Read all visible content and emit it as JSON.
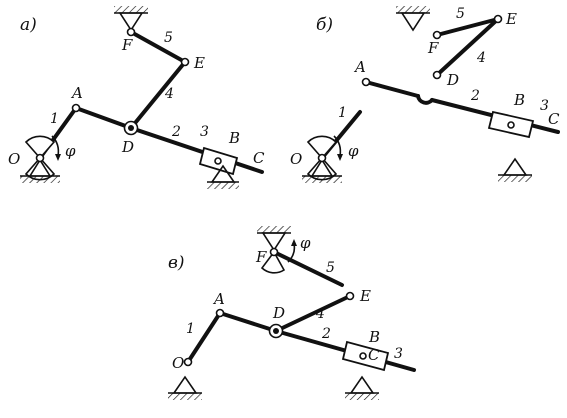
{
  "diagram_a": {
    "sublabel": "а)",
    "points": {
      "O": "O",
      "A": "A",
      "D": "D",
      "E": "E",
      "F": "F",
      "B": "B",
      "C": "C"
    },
    "links": {
      "l1": "1",
      "l2": "2",
      "l3": "3",
      "l4": "4",
      "l5": "5"
    },
    "angle": "φ"
  },
  "diagram_b": {
    "sublabel": "б)",
    "points": {
      "O": "O",
      "A": "A",
      "D": "D",
      "E": "E",
      "F": "F",
      "B": "B",
      "C": "C"
    },
    "links": {
      "l1": "1",
      "l2": "2",
      "l3": "3",
      "l4": "4",
      "l5": "5"
    },
    "angle": "φ"
  },
  "diagram_c": {
    "sublabel": "в)",
    "points": {
      "O": "O",
      "A": "A",
      "D": "D",
      "E": "E",
      "F": "F",
      "B": "B",
      "C": "C"
    },
    "links": {
      "l1": "1",
      "l2": "2",
      "l3": "3",
      "l4": "4",
      "l5": "5"
    },
    "angle": "φ"
  }
}
